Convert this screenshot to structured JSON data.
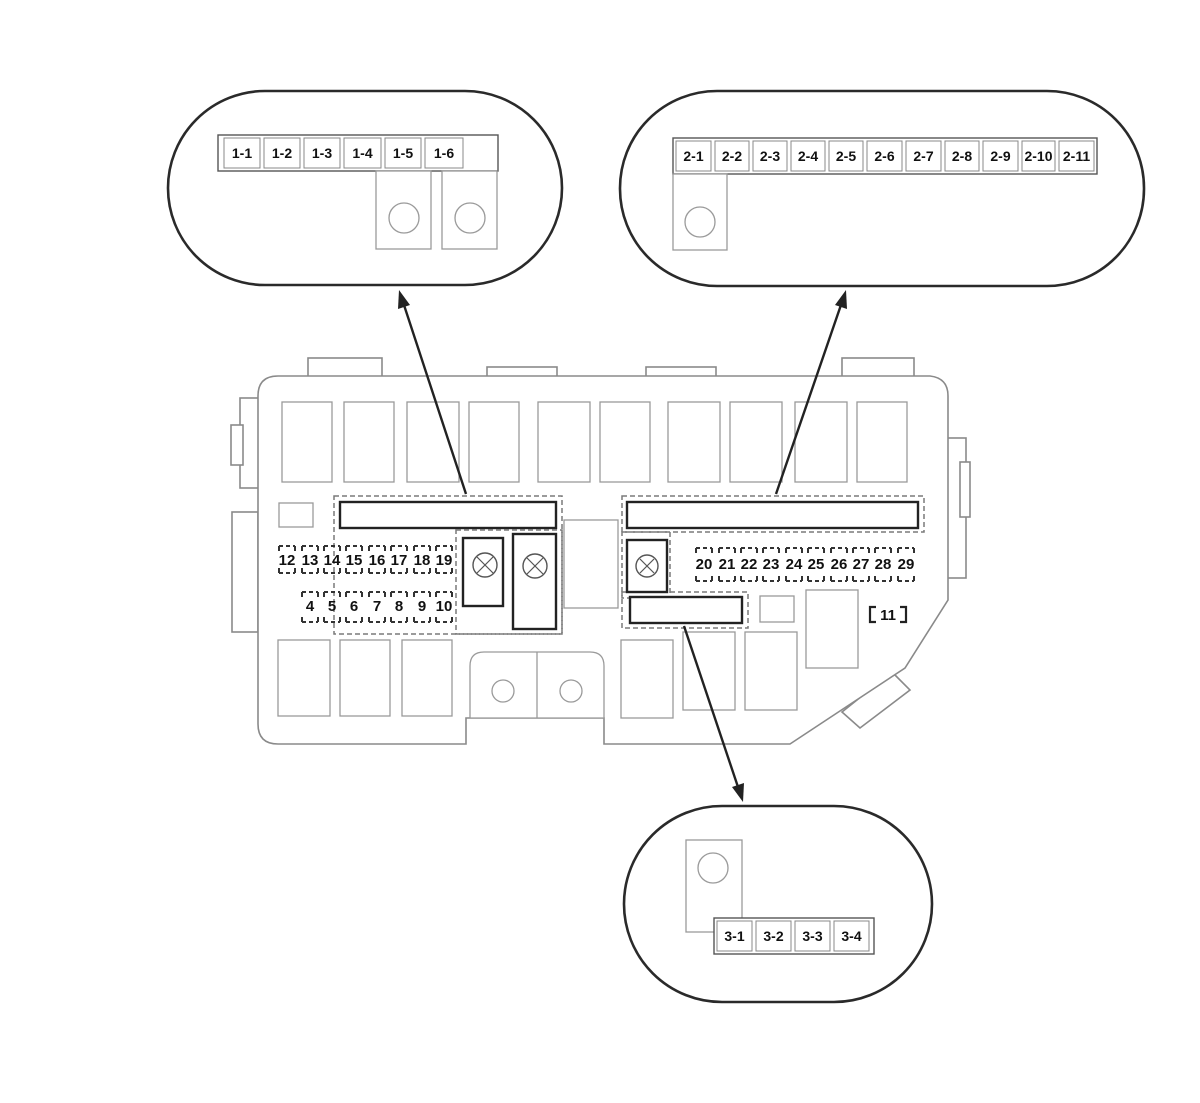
{
  "callouts": {
    "top_left": [
      "1-1",
      "1-2",
      "1-3",
      "1-4",
      "1-5",
      "1-6"
    ],
    "top_right": [
      "2-1",
      "2-2",
      "2-3",
      "2-4",
      "2-5",
      "2-6",
      "2-7",
      "2-8",
      "2-9",
      "2-10",
      "2-11"
    ],
    "bottom": [
      "3-1",
      "3-2",
      "3-3",
      "3-4"
    ]
  },
  "fuses": {
    "left_top_row": [
      "12",
      "13",
      "14",
      "15",
      "16",
      "17",
      "18",
      "19"
    ],
    "left_bottom_row": [
      "4",
      "5",
      "6",
      "7",
      "8",
      "9",
      "10"
    ],
    "right_row": [
      "20",
      "21",
      "22",
      "23",
      "24",
      "25",
      "26",
      "27",
      "28",
      "29"
    ],
    "label_11": "11"
  }
}
